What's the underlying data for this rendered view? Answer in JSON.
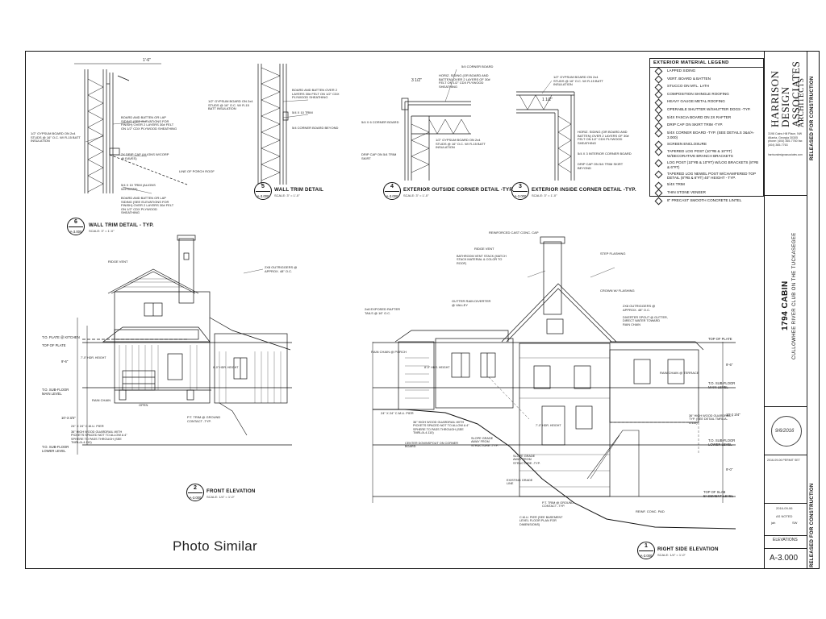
{
  "photo_note": "Photo Similar",
  "legend": {
    "title": "EXTERIOR MATERIAL LEGEND",
    "items": [
      "LAPPED SIDING",
      "VERT. BOARD & BATTEN",
      "STUCCO ON MTL. LATH",
      "COMPOSITION SHINGLE ROOFING",
      "HEAVY GAUGE METAL ROOFING",
      "OPERABLE SHUTTER W/SHUTTER DOGS -TYP.",
      "5/4X FASCIA BOARD ON 2X RAFTER",
      "DRIP CAP ON SKIRT TRIM -TYP.",
      "5/4X CORNER BOARD -TYP. (SEE DETAILS 3&4/A-3.000)",
      "SCREEN ENCLOSURE",
      "TAPERED LOG POST (10\"#B & 10\"#T) W/DECORATIVE BRANCH BRACKETS",
      "LOG POST (10\"#B & 10\"#T) W/LOG BRACKETS (8\"#B & 6\"#T)",
      "TAPERED LOG NEWEL POST W/CHAMFERED TOP DETAIL (8\"#B & 6\"#T) 40\" HEIGHT - TYP.",
      "5/4X TRIM",
      "THIN STONE VENEER",
      "8\" PRECAST SMOOTH CONCRETE LINTEL"
    ]
  },
  "details": {
    "d6": {
      "num": "6",
      "sheet": "A-3.000",
      "title": "WALL TRIM DETAIL - TYP.",
      "scale": "SCALE: 3\" = 1'-0\""
    },
    "d5": {
      "num": "5",
      "sheet": "A-3.000",
      "title": "WALL TRIM DETAIL",
      "scale": "SCALE: 3\" = 1'-0\""
    },
    "d4": {
      "num": "4",
      "sheet": "A-3.000",
      "title": "EXTERIOR OUTSIDE CORNER DETAIL -TYP.",
      "scale": "SCALE: 3\" = 1'-0\""
    },
    "d3": {
      "num": "3",
      "sheet": "A-3.000",
      "title": "EXTERIOR INSIDE CORNER DETAIL -TYP.",
      "scale": "SCALE: 3\" = 1'-0\""
    },
    "d2": {
      "num": "2",
      "sheet": "A-3.000",
      "title": "FRONT ELEVATION",
      "scale": "SCALE: 1/4\" = 1'-0\""
    },
    "d1": {
      "num": "1",
      "sheet": "A-3.000",
      "title": "RIGHT SIDE ELEVATION",
      "scale": "SCALE: 1/4\" = 1'-0\""
    }
  },
  "notes": {
    "d6_a": "BOARD AND BATTEN OR LAP SIDING (SEE ELEVATIONS FOR FINISH) OVER 2 LAYERS 30# FELT ON 1/2\" CDX PLYWOOD SHEATHING",
    "d6_b": "1/2\" GYPSUM BOARD ON 2x4 STUDS @ 16\" O.C. W/ R-15 BATT INSULATION",
    "d6_c": "2X DRIP CAP (ALIGNS W/CORP @ EAVES)",
    "d6_d": "LINE OF PORCH ROOF",
    "d6_e": "5/4 X 10 TRIM (ALIGNS W/FRIEZE)",
    "d6_f": "BOARD AND BATTEN OR LAP SIDING (SEE ELEVATIONS FOR FINISH) OVER 2 LAYERS 30# FELT ON 1/2\" CDX PLYWOOD SHEATHING",
    "d5_a": "1/2\" GYPSUM BOARD ON 2x4 STUDS @ 16\" O.C. W/ R-15 BATT INSULATION",
    "d5_b": "BOARD AND BATTEN OVER 2 LAYERS 30# FELT ON 1/2\" CDX PLYWOOD SHEATHING",
    "d5_c": "5/4 X 10 TRIM",
    "d5_d": "5/4 CORNER BOARD BEYOND",
    "d4_a": "5/4 CORNER BOARD",
    "d4_b": "HORIZ. SIDING (OR BOARD AND BATTEN) OVER 2 LAYERS OF 30# FELT ON 1/2\" CDX PLYWOOD SHEATHING",
    "d4_c": "1/2\" GYPSUM BOARD ON 2x4 STUDS @ 16\" O.C. W/ R-15 BATT INSULATION",
    "d4_d": "DRIP CAP ON 5/4 TRIM SKIRT",
    "d4_e": "5/4 X 6 CORNER BOARD",
    "d3_a": "1/2\" GYPSUM BOARD ON 2x4 STUDS @ 16\" O.C. W/ R-15 BATT INSULATION",
    "d3_b": "HORIZ. SIDING (OR BOARD AND BATTEN) OVER 2 LAYERS OF 30# FELT ON 1/2\" CDX PLYWOOD SHEATHING",
    "d3_c": "5/4 X 3 INTERIOR CORNER BOARD",
    "d3_d": "DRIP CAP ON 5/4 TRIM SKIRT BEYOND",
    "dim_d6": "1'-6\"",
    "dim_d4": "3 1/2\"",
    "dim_d3": "1 1/2\"",
    "fe_ridge": "RIDGE VENT",
    "fe_outrig": "2X8 OUTRIGGERS @ APPROX. 48\" O.C.",
    "fe_tplate": "T.O. PLATE @ KITCHEN",
    "fe_top": "TOP OF PLATE",
    "fe_sub": "T.O. SUB-FLOOR MAIN LEVEL",
    "fe_lower": "T.O. SUB-FLOOR LOWER LEVEL",
    "fe_rainchain": "RAIN CHAIN",
    "fe_open": "OPEN",
    "fe_pier": "24\" X 24\" C.M.U. PIER",
    "fe_guard": "36\" HIGH WOOD GUARDRAIL WITH PICKETS SPACED NOT TO ALLOW A 4\" SPHERE TO PASS THROUGH (SEE TMRL/A-4.110)",
    "fe_pt": "P.T. TRIM @ GROUND CONTACT -TYP.",
    "fe_hdr": "8'-0\" HDR. HEIGHT",
    "fe_hdr2": "7'-0\" HDR. HEIGHT",
    "re_cap": "REINFORCED CAST CONC. CAP",
    "re_ridge": "RIDGE VENT",
    "re_bath": "BATHROOM VENT STACK (MATCH STACK MATERIAL & COLOR TO ROOF)",
    "re_step": "STEP FLASHING",
    "re_crown": "CROWN W/ FLASHING",
    "re_gutter": "GUTTER RAIN DIVERTER @ VALLEY",
    "re_tails": "2x8 EXPOSED RAFTER TAILS @ 16\" O.C.",
    "re_outrig": "2X8 OUTRIGGERS @ APPROX. 48\" O.C.",
    "re_diverter": "DIVERTER SPOUT @ GUTTER, DIRECT WATER TOWARD RAIN CHAIN",
    "re_porch": "RAIN CHAIN @ PORCH",
    "re_terrace": "RAIN CHAIN @ TERRACE",
    "re_pier": "24\" X 24\" C.M.U. PIER",
    "re_guard": "36\" HIGH WOOD GUARDRAIL WITH PICKETS SPACED NOT TO ALLOW A 4\" SPHERE TO PASS THROUGH (SEE TMRL/A-4.110)",
    "re_center": "CENTER DOWNSPOUT ON CORNER BOARD",
    "re_slope": "SLOPE GRADE AWAY FROM STRUCTURE -TYP.",
    "re_existing": "EXISTING GRADE LINE",
    "re_pt": "P.T. TRIM @ GROUND CONTACT -TYP.",
    "re_pad": "REINF. CONC. PAD",
    "re_cmu": "C.M.U. PIER (SEE BASEMENT LEVEL FLOOR PLAN FOR DIMENSIONS)",
    "re_guard2": "36\" HIGH WOOD GUARDRAIL -TYP. (SEE DETAIL TMRL/A-4.110)",
    "re_top": "TOP OF PLATE",
    "re_sub": "T.O. SUB-FLOOR MAIN LEVEL",
    "re_lower": "T.O. SUB-FLOOR LOWER LEVEL",
    "re_slab": "TOP OF SLAB BASEMENT LEVEL",
    "re_hdr": "8'-0\" HDR. HEIGHT",
    "re_hdr2": "7'-0\" HDR. HEIGHT",
    "dim_a": "9'-6\"",
    "dim_b": "10'-3 3/4\"",
    "dim_c": "10'-2 3/4\"",
    "dim_d": "9'-6\"",
    "dim_e": "9'-0\""
  },
  "title_block": {
    "firm": "HARRISON DESIGN ASSOCIATES",
    "firm_sub": "ARCHITECTS",
    "address": "3198 Cains Hill Place, NW Atlanta, Georgia 30305 phone: (404) 365-7760 fax: (404) 365-7763",
    "web": "harrisondesignassociates.com",
    "project": "1794 CABIN",
    "location": "CULLOWHEE RIVER CLUB ON THE TUCKASEGEE",
    "released": "RELEASED FOR CONSTRUCTION",
    "revision": "2016-09-06 PERMIT SET",
    "date": "2016-09-06",
    "scale": "AS NOTED",
    "drawn": "jah",
    "checked": "SW",
    "sheet_title": "ELEVATIONS",
    "sheet_number": "A-3.000",
    "stamp_date": "9/6/2016"
  }
}
